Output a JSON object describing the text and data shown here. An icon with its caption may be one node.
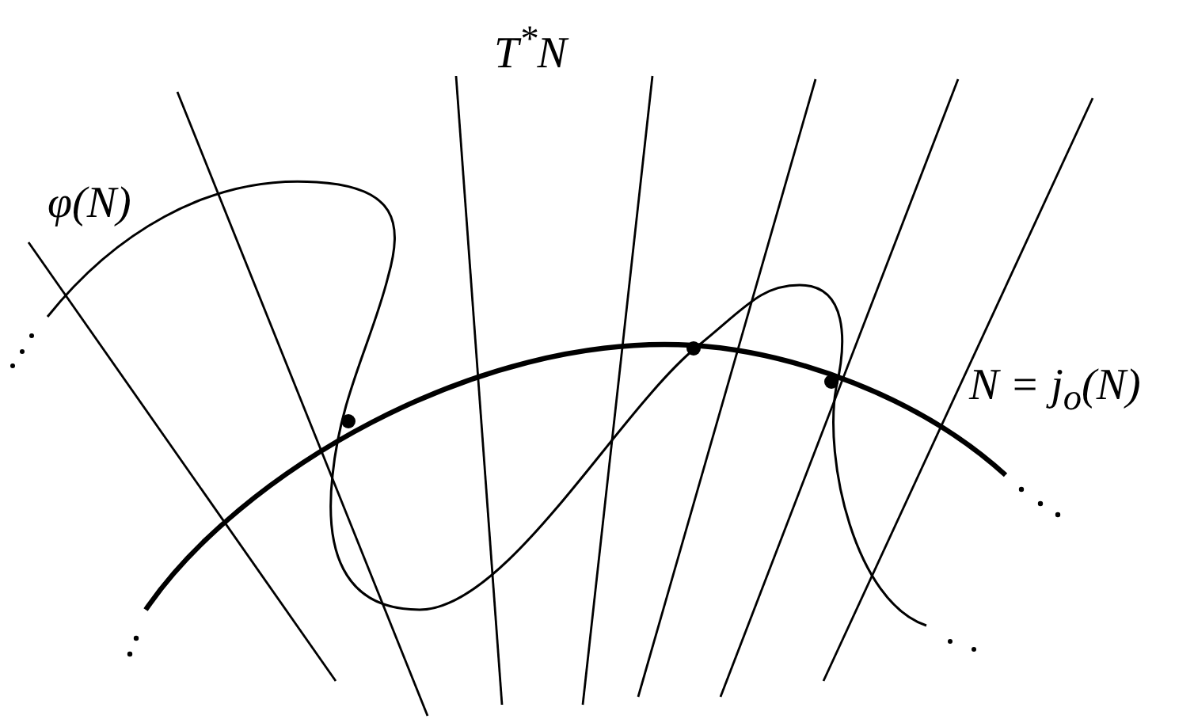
{
  "diagram": {
    "labels": [
      "T$^{*}$N",
      "φ(N)",
      "N = j$_{o}$(N)"
    ]
  }
}
